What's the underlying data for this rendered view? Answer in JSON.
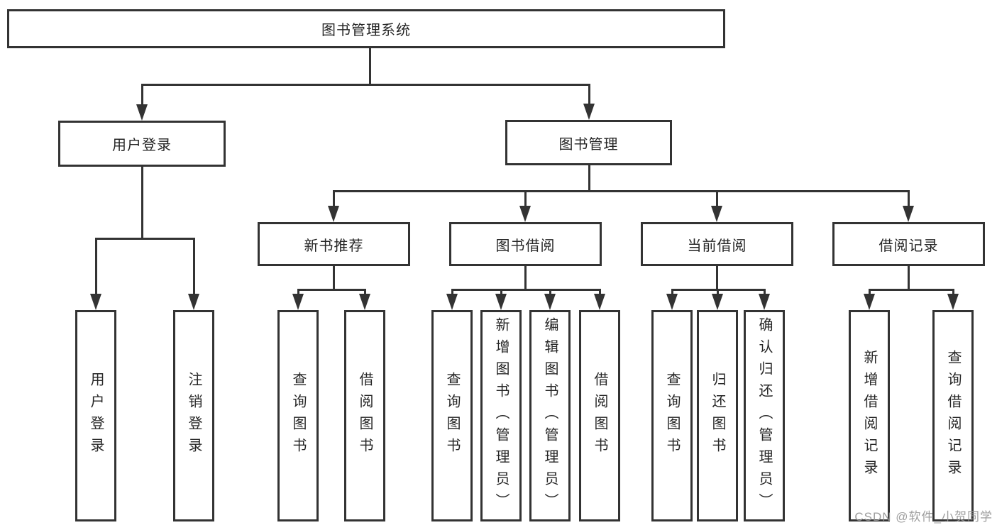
{
  "diagram": {
    "root": {
      "label": "图书管理系统"
    },
    "level2": [
      {
        "label": "用户登录"
      },
      {
        "label": "图书管理"
      }
    ],
    "level3": [
      {
        "label": "新书推荐"
      },
      {
        "label": "图书借阅"
      },
      {
        "label": "当前借阅"
      },
      {
        "label": "借阅记录"
      }
    ],
    "leaves": {
      "login": [
        {
          "label": "用户登录"
        },
        {
          "label": "注销登录"
        }
      ],
      "recommend": [
        {
          "label": "查询图书"
        },
        {
          "label": "借阅图书"
        }
      ],
      "borrow": [
        {
          "label": "查询图书"
        },
        {
          "label": "新增图书（管理员）"
        },
        {
          "label": "编辑图书（管理员）"
        },
        {
          "label": "借阅图书"
        }
      ],
      "current": [
        {
          "label": "查询图书"
        },
        {
          "label": "归还图书"
        },
        {
          "label": "确认归还（管理员）"
        }
      ],
      "records": [
        {
          "label": "新增借阅记录"
        },
        {
          "label": "查询借阅记录"
        }
      ]
    }
  },
  "watermark": {
    "text": "CSDN @软件_小贺同学"
  },
  "colors": {
    "line": "#333333",
    "text": "#262626",
    "background": "#ffffff",
    "watermark": "#969696"
  }
}
